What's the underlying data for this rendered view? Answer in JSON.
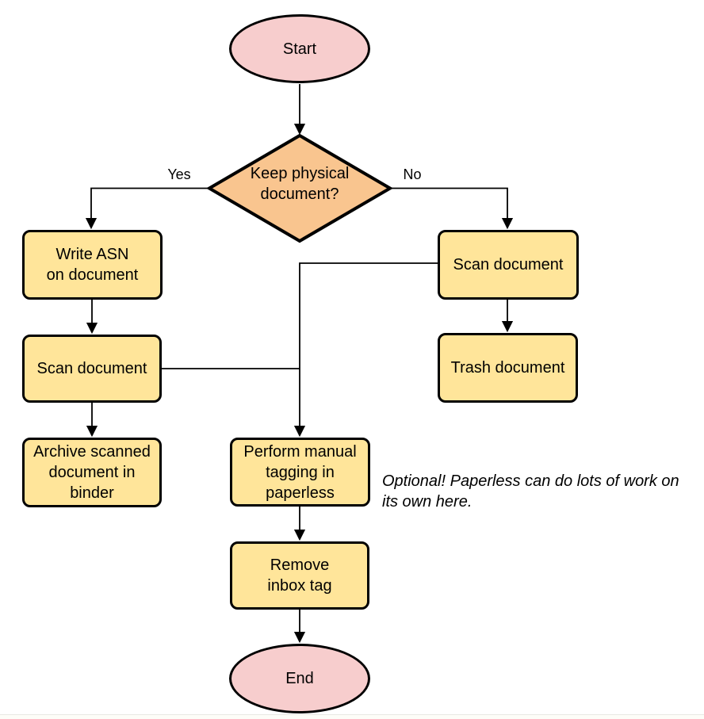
{
  "diagram": {
    "type": "flowchart",
    "background": "#ffffff",
    "colors": {
      "terminator_fill": "#F7CDCD",
      "decision_fill": "#F9C58F",
      "process_fill": "#FFE59A",
      "stroke": "#000000"
    },
    "nodes": {
      "start": {
        "shape": "ellipse",
        "label": "Start"
      },
      "decision": {
        "shape": "diamond",
        "label": "Keep physical\ndocument?"
      },
      "write_asn": {
        "shape": "rounded-rect",
        "label": "Write ASN\non document"
      },
      "scan_left": {
        "shape": "rounded-rect",
        "label": "Scan document"
      },
      "archive": {
        "shape": "rounded-rect",
        "label": "Archive scanned\ndocument in\nbinder"
      },
      "scan_right": {
        "shape": "rounded-rect",
        "label": "Scan document"
      },
      "trash": {
        "shape": "rounded-rect",
        "label": "Trash document"
      },
      "tagging": {
        "shape": "rounded-rect",
        "label": "Perform manual\ntagging in\npaperless"
      },
      "remove_inbox": {
        "shape": "rounded-rect",
        "label": "Remove\ninbox tag"
      },
      "end": {
        "shape": "ellipse",
        "label": "End"
      }
    },
    "edge_labels": {
      "yes": "Yes",
      "no": "No"
    },
    "edges": [
      {
        "from": "start",
        "to": "decision",
        "label": ""
      },
      {
        "from": "decision",
        "to": "write_asn",
        "label": "Yes"
      },
      {
        "from": "decision",
        "to": "scan_right",
        "label": "No"
      },
      {
        "from": "write_asn",
        "to": "scan_left",
        "label": ""
      },
      {
        "from": "scan_left",
        "to": "archive",
        "label": ""
      },
      {
        "from": "scan_left",
        "to": "tagging",
        "label": ""
      },
      {
        "from": "scan_right",
        "to": "trash",
        "label": ""
      },
      {
        "from": "scan_right",
        "to": "tagging",
        "label": ""
      },
      {
        "from": "tagging",
        "to": "remove_inbox",
        "label": ""
      },
      {
        "from": "remove_inbox",
        "to": "end",
        "label": ""
      }
    ],
    "annotation": "Optional! Paperless can do lots of work on\nits own here."
  }
}
